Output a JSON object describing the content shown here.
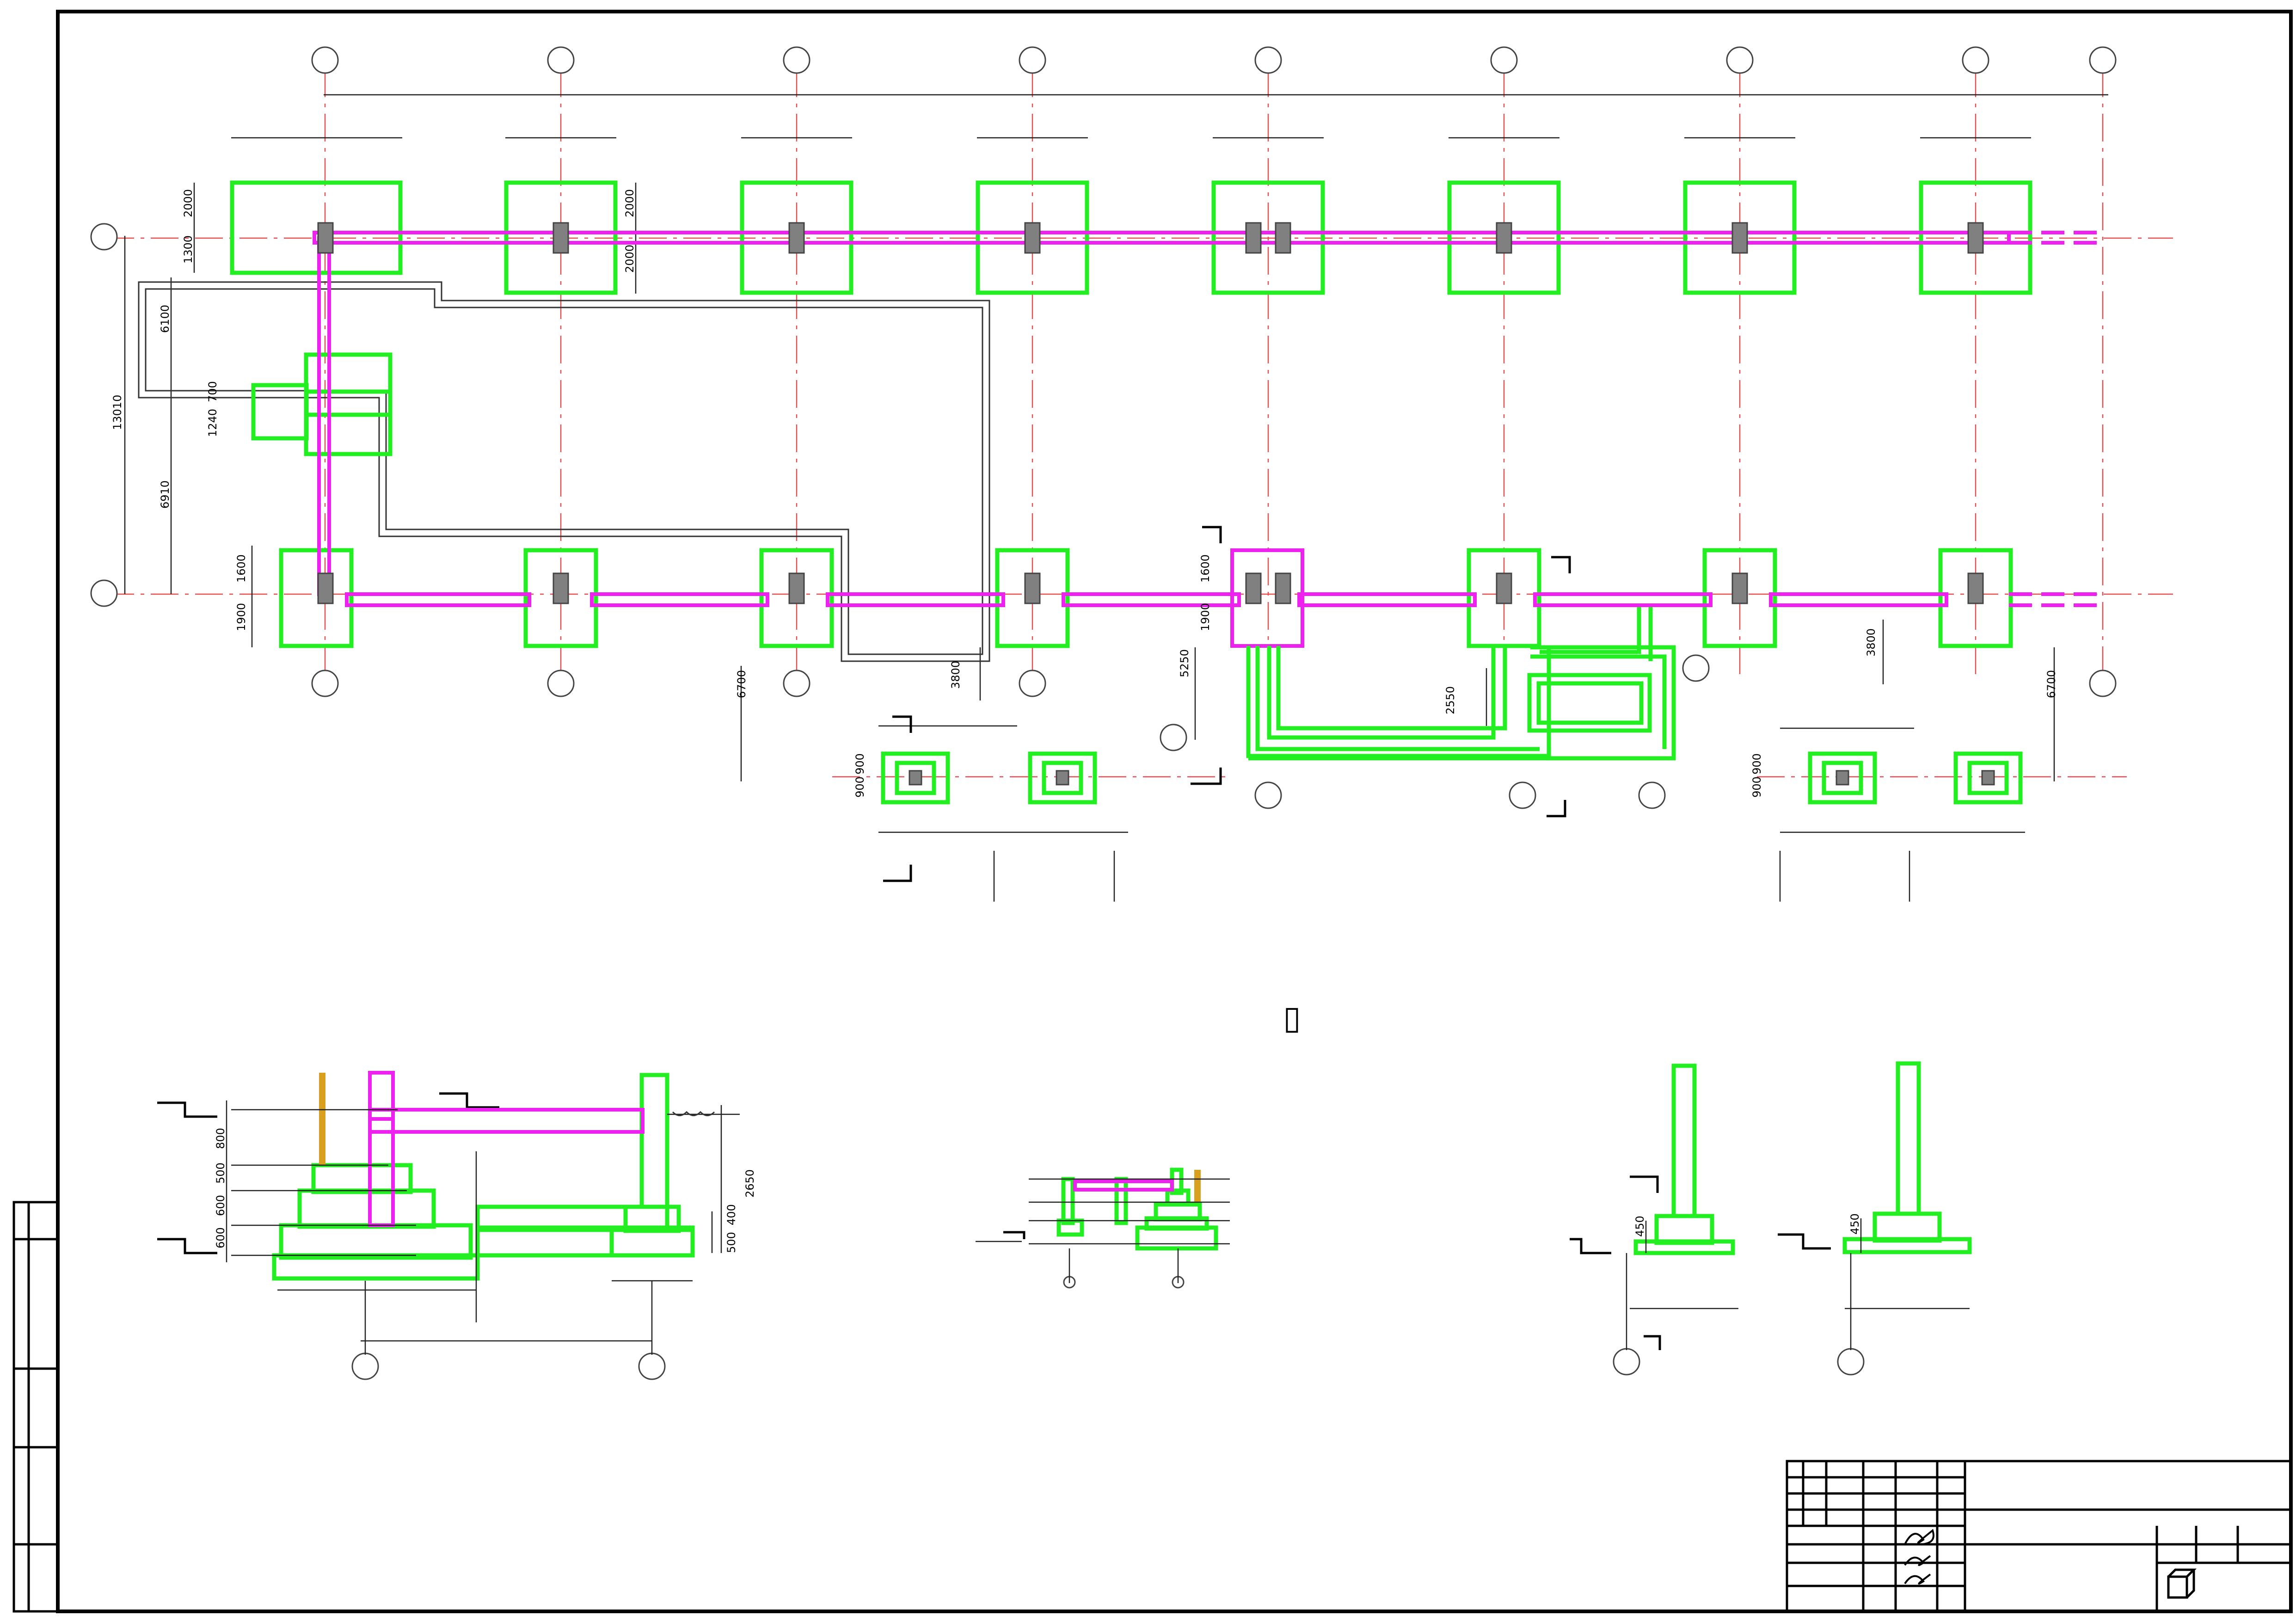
{
  "dims": {
    "d2000a": "2000",
    "d1300": "1300",
    "d2000b": "2000",
    "d2000c": "2000",
    "d6100": "6100",
    "d700": "700",
    "d1240": "1240",
    "d13010": "13010",
    "d6910": "6910",
    "d1600": "1600",
    "d1900": "1900",
    "d6700a": "6700",
    "d3800a": "3800",
    "d5250": "5250",
    "d1600b": "1600",
    "d1900b": "1900",
    "d2550": "2550",
    "d3800b": "3800",
    "d6700b": "6700",
    "d900a": "900",
    "d900b": "900",
    "d900c": "900",
    "d900d": "900",
    "d800": "800",
    "d500": "500",
    "d600": "600",
    "d600b": "600",
    "d2650": "2650",
    "d400": "400",
    "d500b": "500",
    "d450a": "450",
    "d450b": "450"
  },
  "center_mark": "▯"
}
